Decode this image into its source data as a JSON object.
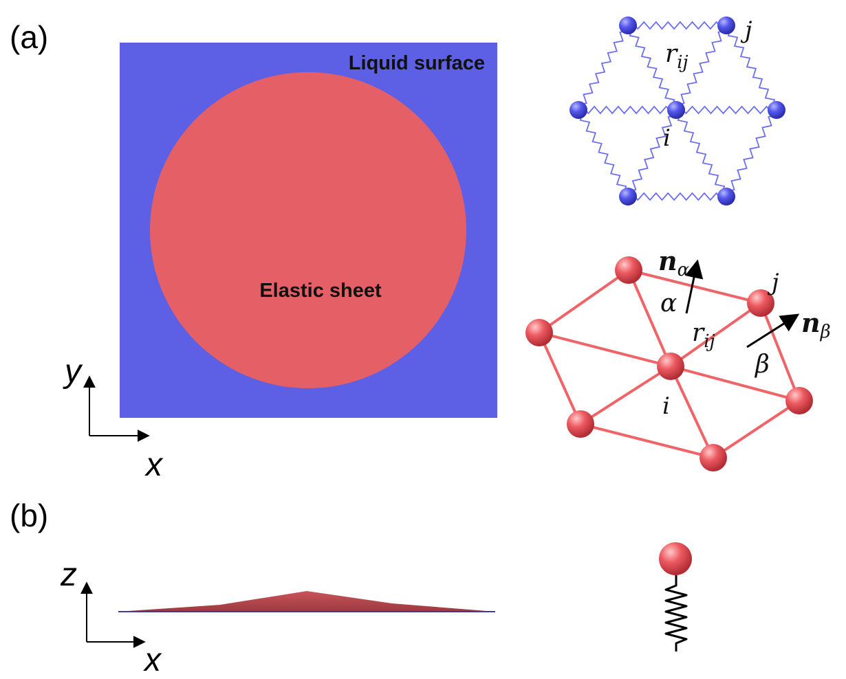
{
  "panels": {
    "a_label": "(a)",
    "b_label": "(b)"
  },
  "top_view": {
    "liquid_label": "Liquid surface",
    "sheet_label": "Elastic sheet",
    "liquid_color": "#5d5fe4",
    "sheet_color": "#e46066",
    "axis_y": "y",
    "axis_x": "x"
  },
  "spring_network": {
    "node_i": "i",
    "node_j": "j",
    "bond_r": "r",
    "bond_sub": "ij",
    "node_color": "#4a4ee0",
    "spring_color": "#6b6ff0"
  },
  "triangle_mesh": {
    "node_i": "i",
    "node_j": "j",
    "bond_r": "r",
    "bond_sub": "ij",
    "face_alpha": "α",
    "face_beta": "β",
    "normal_n": "n",
    "normal_alpha_sub": "α",
    "normal_beta_sub": "β",
    "edge_color": "#f06468",
    "node_color": "#e84b50"
  },
  "side_view": {
    "axis_z": "z",
    "axis_x": "x",
    "sheet_color": "#b8434a",
    "liquid_line_color": "#3b3ba0"
  }
}
